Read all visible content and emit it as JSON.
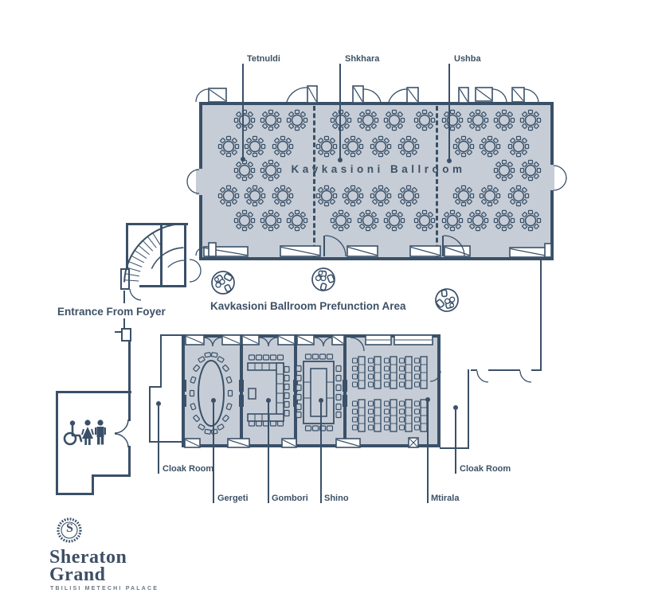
{
  "colors": {
    "wall": "#3a5068",
    "room_fill": "#c6cdd6",
    "text": "#3d5166",
    "background": "#ffffff"
  },
  "ballroom": {
    "name": "Kavkasioni Ballroom",
    "seating": "banquet rounds",
    "sections": [
      {
        "label": "Tetnuldi"
      },
      {
        "label": "Shkhara"
      },
      {
        "label": "Ushba"
      }
    ]
  },
  "prefunction": {
    "label": "Kavkasioni Ballroom Prefunction Area"
  },
  "entrance": {
    "label": "Entrance From Foyer"
  },
  "meeting_rooms": [
    {
      "label": "Gergeti",
      "setup": "oval boardroom"
    },
    {
      "label": "Gombori",
      "setup": "u-shape"
    },
    {
      "label": "Shino",
      "setup": "hollow square"
    },
    {
      "label": "Mtirala",
      "setup": "classroom"
    }
  ],
  "cloak_rooms": [
    {
      "label": "Cloak Room"
    },
    {
      "label": "Cloak Room"
    }
  ],
  "restroom_icons": [
    {
      "name": "wheelchair-icon"
    },
    {
      "name": "woman-icon"
    },
    {
      "name": "man-icon"
    }
  ],
  "brand": {
    "monogram": "S",
    "name_line1": "Sheraton",
    "name_line2": "Grand",
    "subtitle": "TBILISI METECHI PALACE"
  }
}
